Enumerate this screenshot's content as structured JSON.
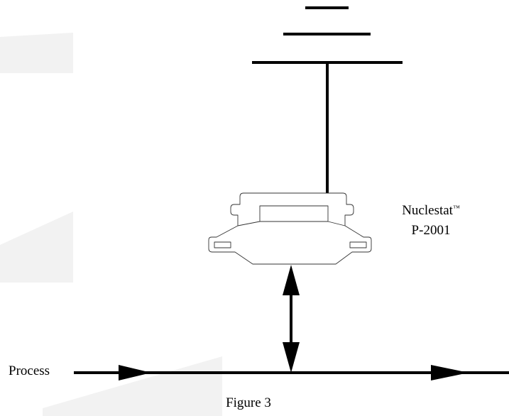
{
  "device": {
    "name": "Nuclestat",
    "trademark": "™",
    "model": "P-2001"
  },
  "process_label": "Process",
  "figure_caption": "Figure 3",
  "colors": {
    "line": "#000000",
    "watermark": "#f2f2f2",
    "background": "#ffffff"
  },
  "icons": {
    "ground": "ground-symbol-icon",
    "sensor": "nuclear-sensor-housing-icon"
  }
}
